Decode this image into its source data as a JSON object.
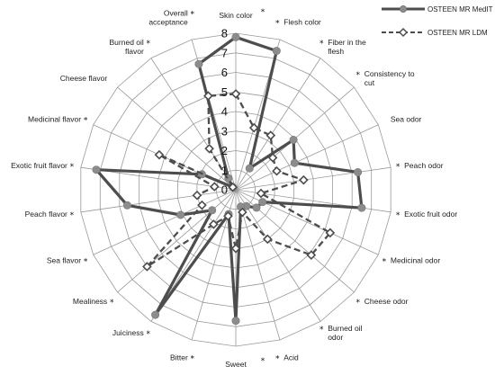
{
  "chart_data": {
    "type": "radar",
    "rlim": [
      0,
      8
    ],
    "rticks": [
      "0",
      "1",
      "2",
      "3",
      "4",
      "5",
      "6",
      "7",
      "8"
    ],
    "grid": true,
    "legend_position": "top-right",
    "axes": [
      {
        "label": "Skin color",
        "star": true
      },
      {
        "label": "Flesh color",
        "star": true
      },
      {
        "label": "Fiber in the flesh",
        "star": true
      },
      {
        "label": "Consistency to cut",
        "star": true
      },
      {
        "label": "Sea odor",
        "star": false
      },
      {
        "label": "Peach odor",
        "star": true
      },
      {
        "label": "Exotic fruit odor",
        "star": true
      },
      {
        "label": "Medicinal odor",
        "star": true
      },
      {
        "label": "Cheese odor",
        "star": true
      },
      {
        "label": "Burned oil odor",
        "star": true
      },
      {
        "label": "Acid",
        "star": true
      },
      {
        "label": "Sweet",
        "star": true
      },
      {
        "label": "Bitter",
        "star": true
      },
      {
        "label": "Juiciness",
        "star": true
      },
      {
        "label": "Mealiness",
        "star": true
      },
      {
        "label": "Sea flavor",
        "star": true
      },
      {
        "label": "Peach flavor",
        "star": true
      },
      {
        "label": "Exotic fruit flavor",
        "star": true
      },
      {
        "label": "Medicinal flavor",
        "star": true
      },
      {
        "label": "Cheese flavor",
        "star": false
      },
      {
        "label": "Burned oil flavor",
        "star": true
      },
      {
        "label": "Overall acceptance",
        "star": true
      }
    ],
    "series": [
      {
        "name": "OSTEEN MR MedIT",
        "color": "#4d4d4d",
        "marker": "circle",
        "line": "solid",
        "values": [
          7.8,
          7.4,
          1.3,
          3.9,
          3.3,
          6.3,
          6.5,
          1.5,
          1.4,
          1.0,
          0.9,
          6.7,
          1.3,
          7.6,
          1.6,
          3.1,
          5.6,
          7.2,
          1.9,
          0.2,
          0.7,
          6.7
        ]
      },
      {
        "name": "OSTEEN MR LDM",
        "color": "#4d4d4d",
        "marker": "diamond",
        "line": "dashed",
        "values": [
          4.9,
          3.3,
          3.3,
          2.5,
          2.3,
          3.5,
          1.3,
          5.3,
          5.1,
          3.0,
          1.2,
          3.0,
          1.4,
          2.1,
          6.0,
          1.9,
          2.0,
          1.1,
          4.3,
          0.2,
          2.5,
          5.0
        ]
      }
    ]
  }
}
